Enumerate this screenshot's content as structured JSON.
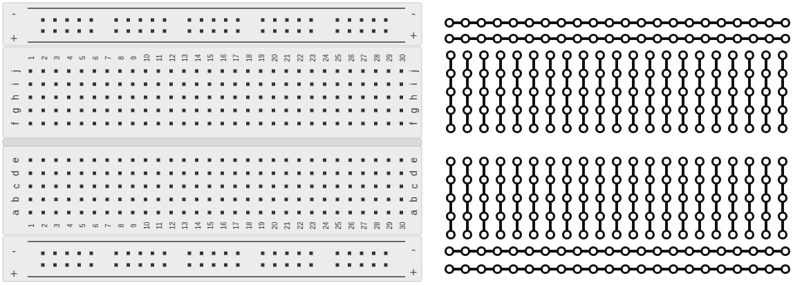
{
  "diagram": {
    "labels": [
      "-",
      "-",
      "+",
      "+",
      "1",
      "2",
      "3",
      "4",
      "5",
      "6",
      "7",
      "8",
      "9",
      "10",
      "11",
      "12",
      "13",
      "14",
      "15",
      "16",
      "17",
      "18",
      "19",
      "20",
      "21",
      "22",
      "23",
      "24",
      "25",
      "26",
      "27",
      "28",
      "29",
      "30",
      "f",
      "g",
      "h",
      "i",
      "j",
      "f",
      "g",
      "h",
      "i",
      "j",
      "a",
      "b",
      "c",
      "d",
      "e",
      "a",
      "b",
      "c",
      "d",
      "e",
      "1",
      "2",
      "3",
      "4",
      "5",
      "6",
      "7",
      "8",
      "9",
      "10",
      "11",
      "12",
      "13",
      "14",
      "15",
      "16",
      "17",
      "18",
      "19",
      "20",
      "21",
      "22",
      "23",
      "24",
      "25",
      "26",
      "27",
      "28",
      "29",
      "30",
      "-",
      "-",
      "+",
      "+"
    ]
  }
}
